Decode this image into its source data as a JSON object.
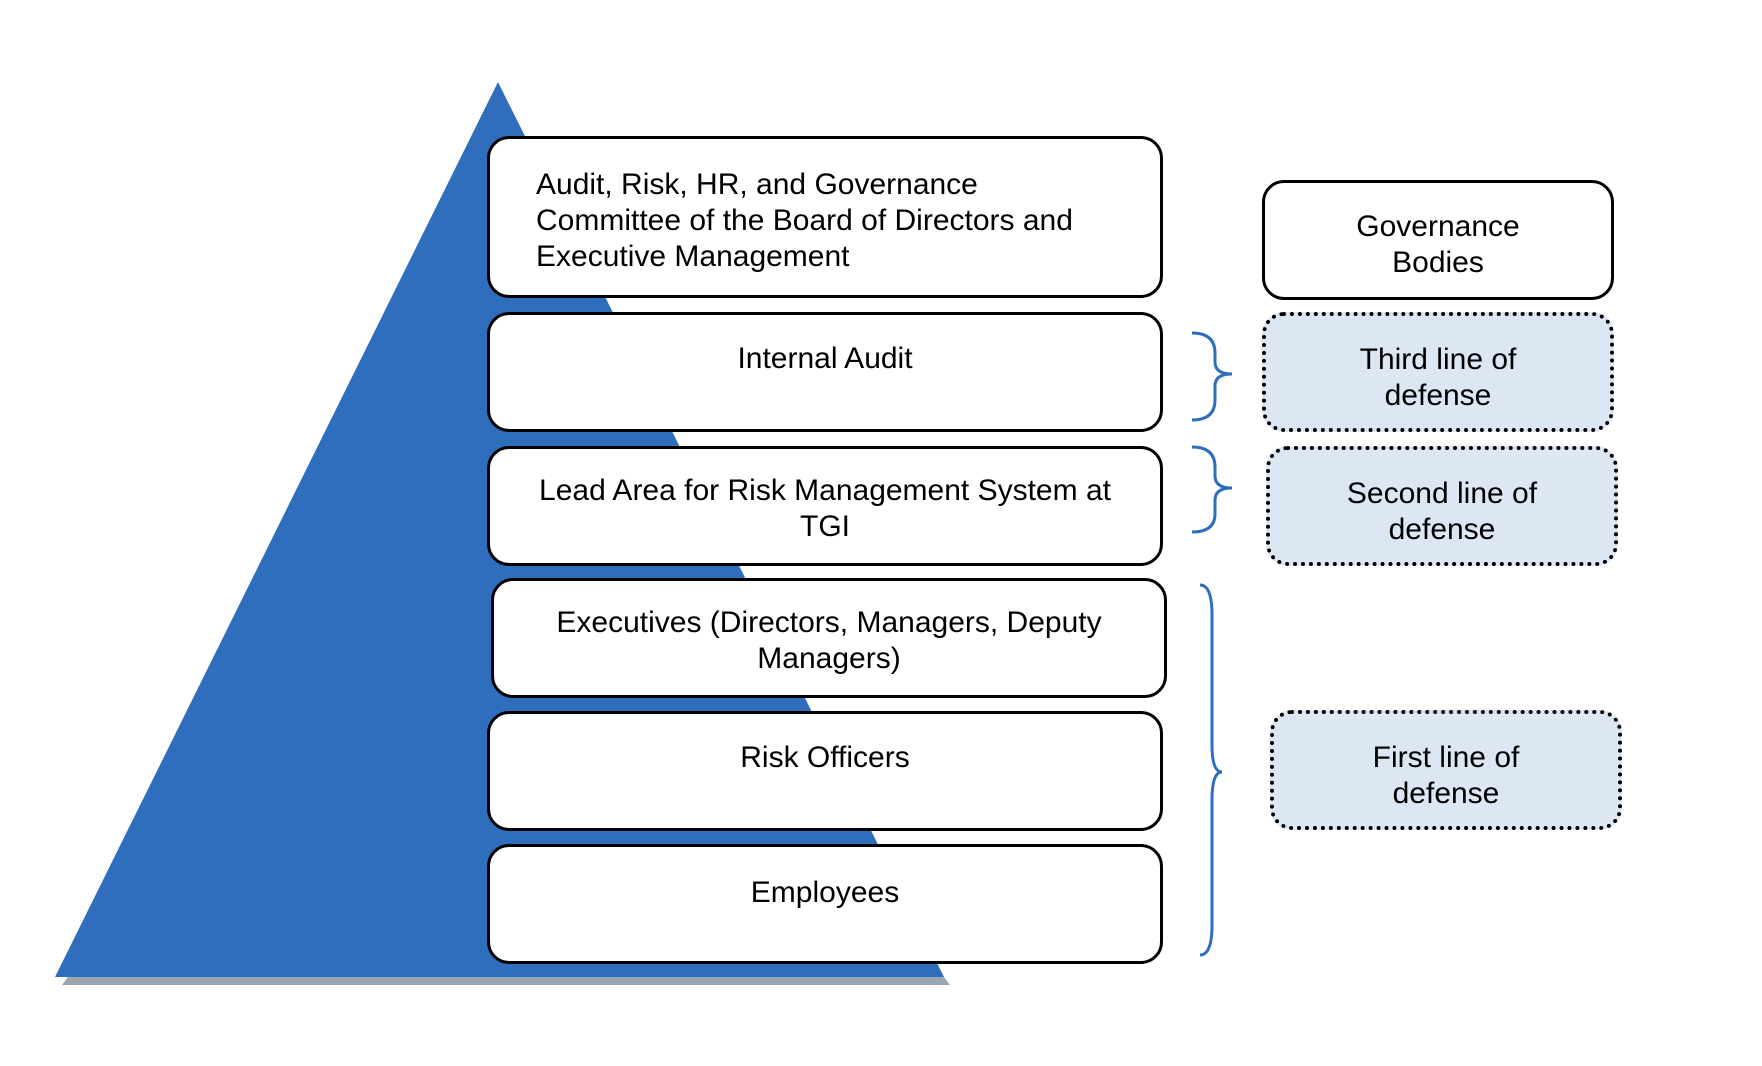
{
  "pyramid": {
    "tiers": [
      {
        "id": "governance",
        "label": "Audit, Risk, HR, and Governance\nCommittee of the Board of Directors and\nExecutive Management"
      },
      {
        "id": "internal-audit",
        "label": "Internal Audit"
      },
      {
        "id": "lead-area",
        "label": "Lead Area for Risk Management System at\nTGI"
      },
      {
        "id": "executives",
        "label": "Executives (Directors, Managers, Deputy\nManagers)"
      },
      {
        "id": "risk-officers",
        "label": "Risk Officers"
      },
      {
        "id": "employees",
        "label": "Employees"
      }
    ]
  },
  "lines_of_defense": {
    "governance_bodies": "Governance\nBodies",
    "third_line": "Third line of\ndefense",
    "second_line": "Second line of\ndefense",
    "first_line": "First line of\ndefense"
  },
  "colors": {
    "pyramid_fill": "#2f6dbd",
    "pyramid_shadow": "#9aa6b2",
    "bracket_stroke": "#2f6dbd",
    "defense_box_fill": "#dde7f3",
    "box_border": "#000000"
  }
}
